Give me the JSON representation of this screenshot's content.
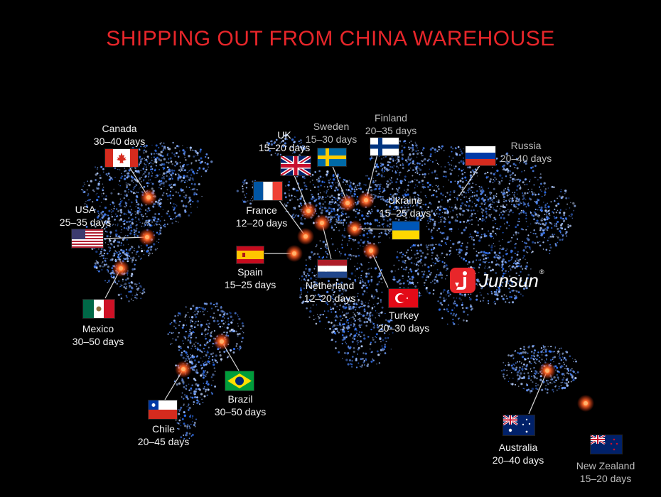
{
  "title": "SHIPPING OUT FROM CHINA WAREHOUSE",
  "brand": {
    "name": "Junsun",
    "reg": "®",
    "color": "#e8262a"
  },
  "colors": {
    "title": "#e8262a",
    "hotspot": "#ff6a2a",
    "dot": "#5a8cff"
  },
  "destinations": [
    {
      "id": "canada",
      "name": "Canada",
      "days": "30–40 days"
    },
    {
      "id": "usa",
      "name": "USA",
      "days": "25–35 days"
    },
    {
      "id": "mexico",
      "name": "Mexico",
      "days": "30–50 days"
    },
    {
      "id": "chile",
      "name": "Chile",
      "days": "20–45 days"
    },
    {
      "id": "brazil",
      "name": "Brazil",
      "days": "30–50 days"
    },
    {
      "id": "uk",
      "name": "UK",
      "days": "15–20 days"
    },
    {
      "id": "sweden",
      "name": "Sweden",
      "days": "15–30 days"
    },
    {
      "id": "finland",
      "name": "Finland",
      "days": "20–35 days"
    },
    {
      "id": "russia",
      "name": "Russia",
      "days": "20–40 days"
    },
    {
      "id": "france",
      "name": "France",
      "days": "12–20 days"
    },
    {
      "id": "ukraine",
      "name": "Ukraine",
      "days": "15–25 days"
    },
    {
      "id": "spain",
      "name": "Spain",
      "days": "15–25 days"
    },
    {
      "id": "netherland",
      "name": "Netherland",
      "days": "12–20 days"
    },
    {
      "id": "turkey",
      "name": "Turkey",
      "days": "20–30 days"
    },
    {
      "id": "australia",
      "name": "Australia",
      "days": "20–40 days"
    },
    {
      "id": "new-zealand",
      "name": "New Zealand",
      "days": "15–20 days"
    }
  ]
}
